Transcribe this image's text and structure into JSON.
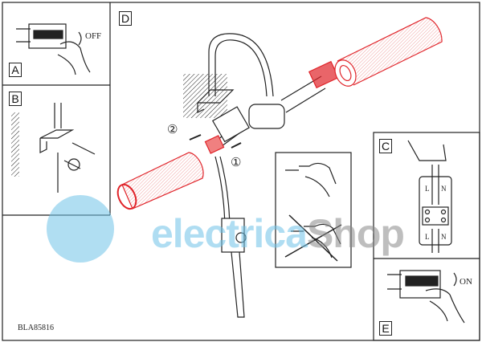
{
  "panels": {
    "a": "A",
    "b": "B",
    "c": "C",
    "d": "D",
    "e": "E"
  },
  "switch_off": "OFF",
  "switch_on": "ON",
  "terminal": {
    "live": "L",
    "neutral": "N"
  },
  "steps": {
    "one": "①",
    "two": "②"
  },
  "model_code": "BLA85816",
  "watermark": {
    "part1": "electrica",
    "part2": "Shop"
  },
  "colors": {
    "accent": "#e0242a",
    "watermark_blue": "#6fc3e8",
    "watermark_gray": "#8a8a8a",
    "line": "#222222"
  }
}
